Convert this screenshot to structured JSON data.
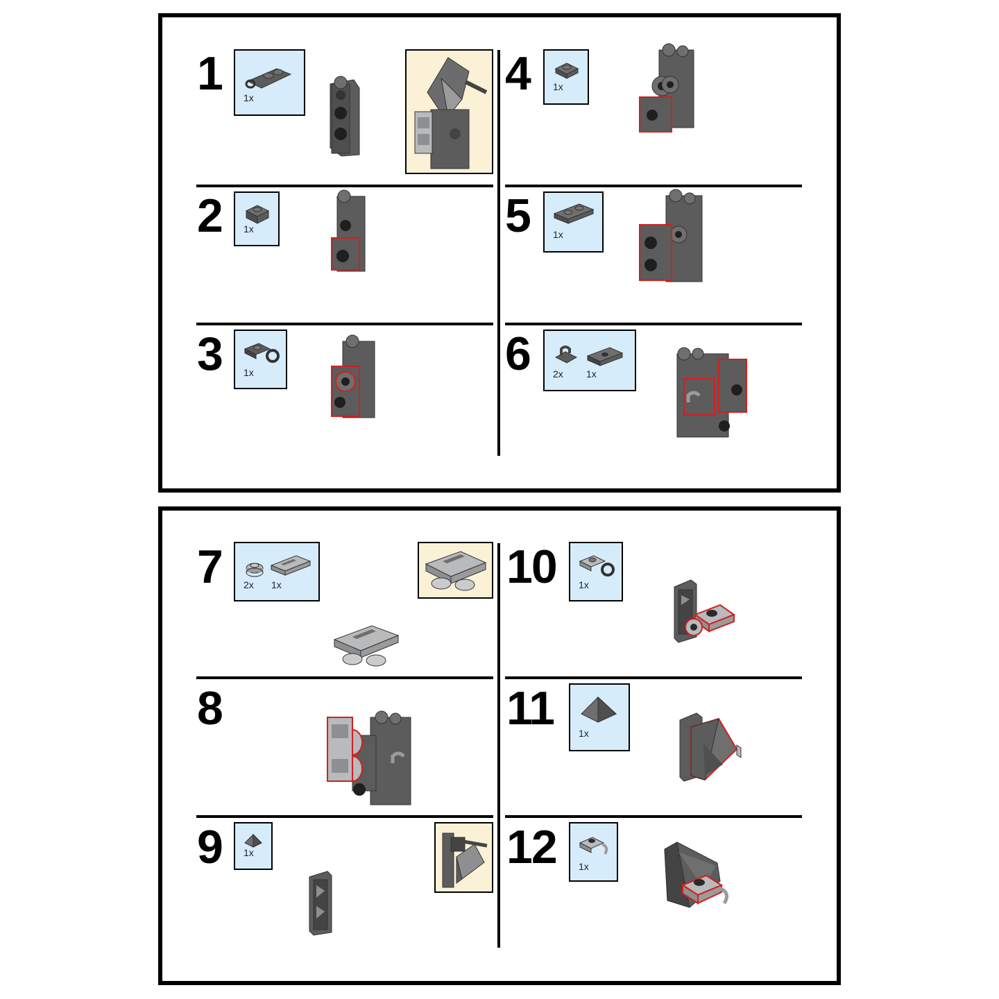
{
  "pages": [
    {
      "steps": [
        {
          "number": "1",
          "parts": [
            {
              "qty": "1x",
              "icon": "plate-1x2-with-clip-icon"
            }
          ],
          "has_subassembly": true
        },
        {
          "number": "2",
          "parts": [
            {
              "qty": "1x",
              "icon": "brick-1x1-icon"
            }
          ]
        },
        {
          "number": "3",
          "parts": [
            {
              "qty": "1x",
              "icon": "plate-with-clip-icon"
            }
          ]
        },
        {
          "number": "4",
          "parts": [
            {
              "qty": "1x",
              "icon": "plate-1x1-icon"
            }
          ]
        },
        {
          "number": "5",
          "parts": [
            {
              "qty": "1x",
              "icon": "plate-1x2-icon"
            }
          ]
        },
        {
          "number": "6",
          "parts": [
            {
              "qty": "2x",
              "icon": "clip-icon"
            },
            {
              "qty": "1x",
              "icon": "jumper-plate-icon"
            }
          ]
        }
      ]
    },
    {
      "steps": [
        {
          "number": "7",
          "parts": [
            {
              "qty": "2x",
              "icon": "round-plate-icon"
            },
            {
              "qty": "1x",
              "icon": "tile-with-grille-icon"
            }
          ],
          "has_subassembly": true
        },
        {
          "number": "8",
          "parts": []
        },
        {
          "number": "9",
          "parts": [
            {
              "qty": "1x",
              "icon": "slope-pyramid-small-icon"
            }
          ],
          "has_subassembly": true
        },
        {
          "number": "10",
          "parts": [
            {
              "qty": "1x",
              "icon": "plate-with-clip-light-icon"
            }
          ]
        },
        {
          "number": "11",
          "parts": [
            {
              "qty": "1x",
              "icon": "slope-pyramid-icon"
            }
          ]
        },
        {
          "number": "12",
          "parts": [
            {
              "qty": "1x",
              "icon": "plate-with-clip-tip-icon"
            }
          ]
        }
      ]
    }
  ],
  "colors": {
    "parts_bg": "#d6ecfa",
    "subassembly_bg": "#fbf1d6",
    "dark_gray": "#5b5c5b",
    "light_gray": "#b8babc",
    "highlight": "#d21f1f"
  }
}
